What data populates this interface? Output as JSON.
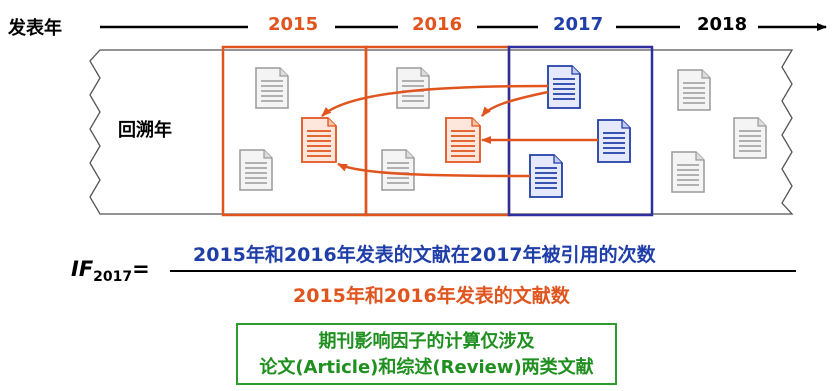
{
  "timeline": {
    "label": "发表年",
    "years": [
      {
        "label": "2015",
        "color": "#e0541e"
      },
      {
        "label": "2016",
        "color": "#e0541e"
      },
      {
        "label": "2017",
        "color": "#1f3ea8"
      },
      {
        "label": "2018",
        "color": "#000000"
      }
    ]
  },
  "band": {
    "label": "回溯年"
  },
  "formula": {
    "if_main": "IF",
    "if_sub": "2017",
    "equals": "=",
    "numerator": "2015年和2016年发表的文献在2017年被引用的次数",
    "denominator": "2015年和2016年发表的文献数"
  },
  "note": {
    "line1": "期刊影响因子的计算仅涉及",
    "line2": "论文(Article)和综述(Review)两类文献"
  },
  "colors": {
    "cited_orange": "#e0541e",
    "citing_blue": "#1f3ea8",
    "neutral_gray": "#9a9a9a",
    "note_green": "#2e9b2e"
  },
  "icons": {
    "gray_document": "document-gray-icon",
    "orange_document": "document-orange-icon",
    "blue_document": "document-blue-icon"
  }
}
